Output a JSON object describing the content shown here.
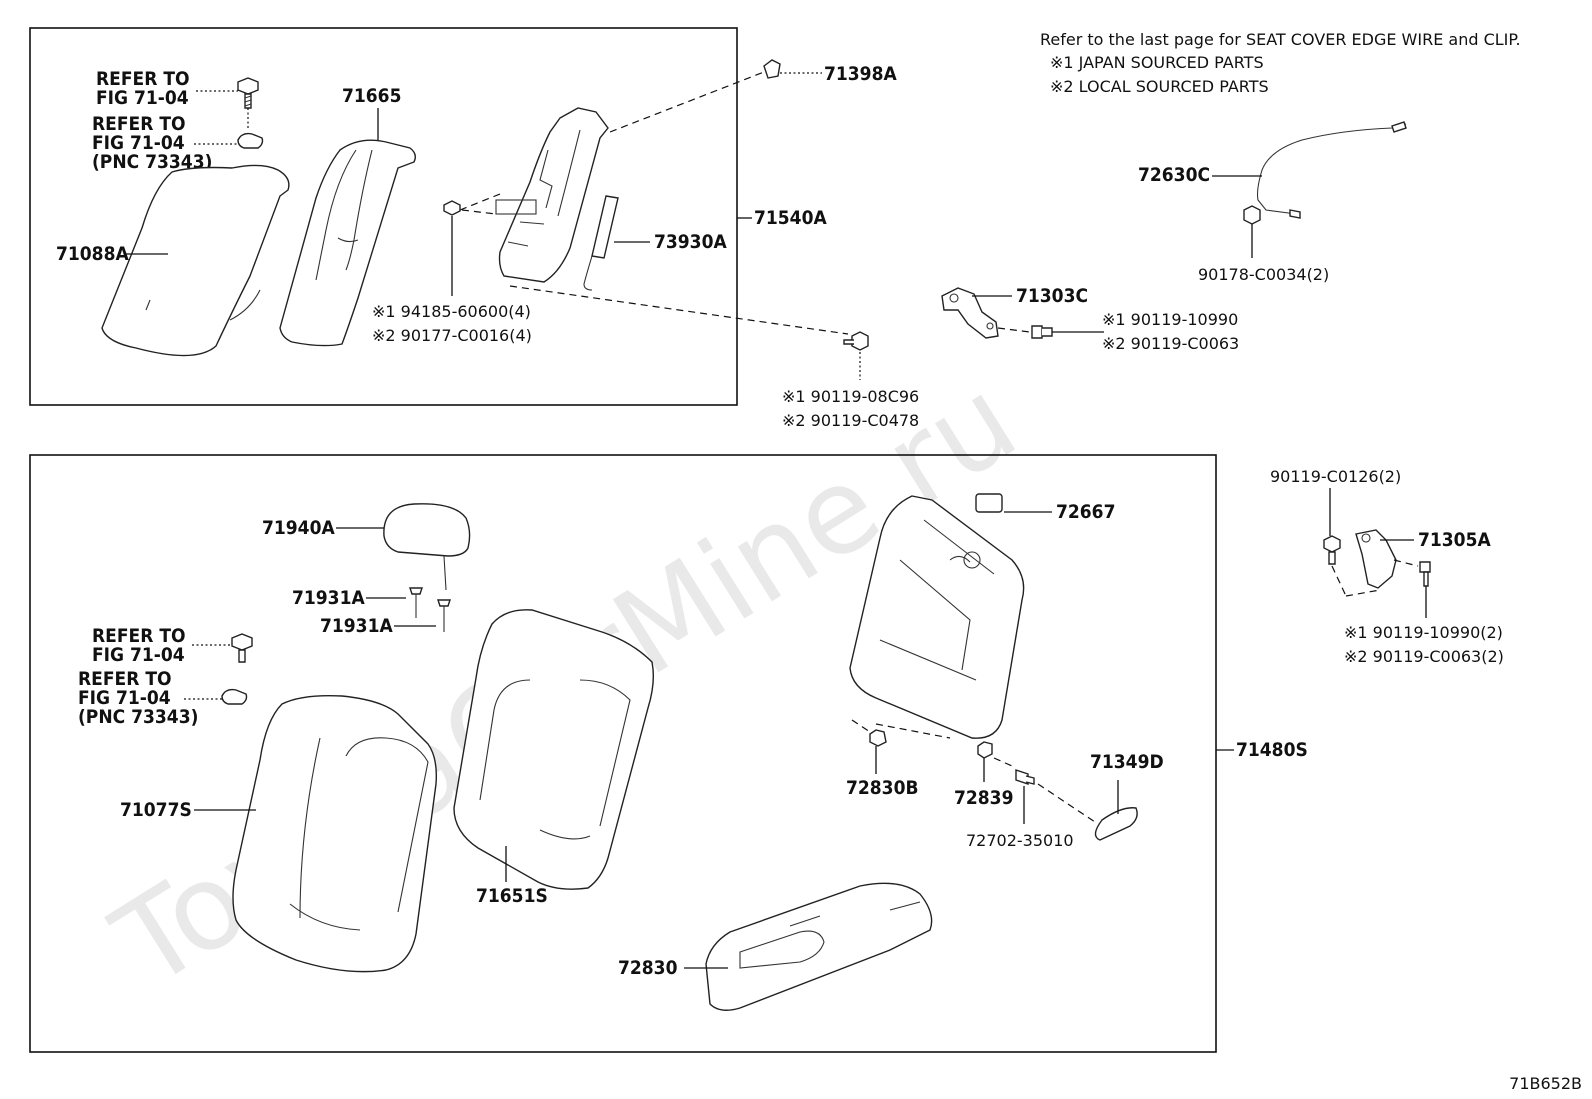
{
  "notes": {
    "line1": "Refer to the last page for SEAT COVER EDGE WIRE and CLIP.",
    "line2": "※1 JAPAN SOURCED PARTS",
    "line3": "※2 LOCAL SOURCED PARTS"
  },
  "watermark": "ToyotaCarMine.ru",
  "diagram_id": "71B652B",
  "upper_group": {
    "assembly": "71540A",
    "refer_to_1": "REFER TO",
    "refer_fig_1": "FIG 71-04",
    "refer_to_2": "REFER TO",
    "refer_fig_2": "FIG 71-04",
    "refer_pnc_2": "(PNC 73343)",
    "pad": "71665",
    "cover": "71088A",
    "frame_bolt": "71398A",
    "actuator": "73930A",
    "screw_j": "※1 94185-60600(4)",
    "screw_l": "※2 90177-C0016(4)"
  },
  "mid_group": {
    "bolt_j": "※1 90119-08C96",
    "bolt_l": "※2 90119-C0478",
    "cable": "72630C",
    "cable_nut": "90178-C0034(2)",
    "bracket": "71303C",
    "bracket_bolt_j": "※1 90119-10990",
    "bracket_bolt_l": "※2 90119-C0063"
  },
  "lower_group": {
    "assembly": "71480S",
    "headrest": "71940A",
    "support_1": "71931A",
    "support_2": "71931A",
    "refer_to_1": "REFER TO",
    "refer_fig_1": "FIG 71-04",
    "refer_to_2": "REFER TO",
    "refer_fig_2": "FIG 71-04",
    "refer_pnc_2": "(PNC 73343)",
    "cover": "71077S",
    "pad": "71651S",
    "armrest": "72830",
    "lock_cover": "72667",
    "stopper": "72830B",
    "bushing": "72839",
    "hinge_bolt": "72702-35010",
    "hinge_cover": "71349D"
  },
  "side_group": {
    "bolt_top": "90119-C0126(2)",
    "hinge": "71305A",
    "bolt_j": "※1 90119-10990(2)",
    "bolt_l": "※2 90119-C0063(2)"
  }
}
